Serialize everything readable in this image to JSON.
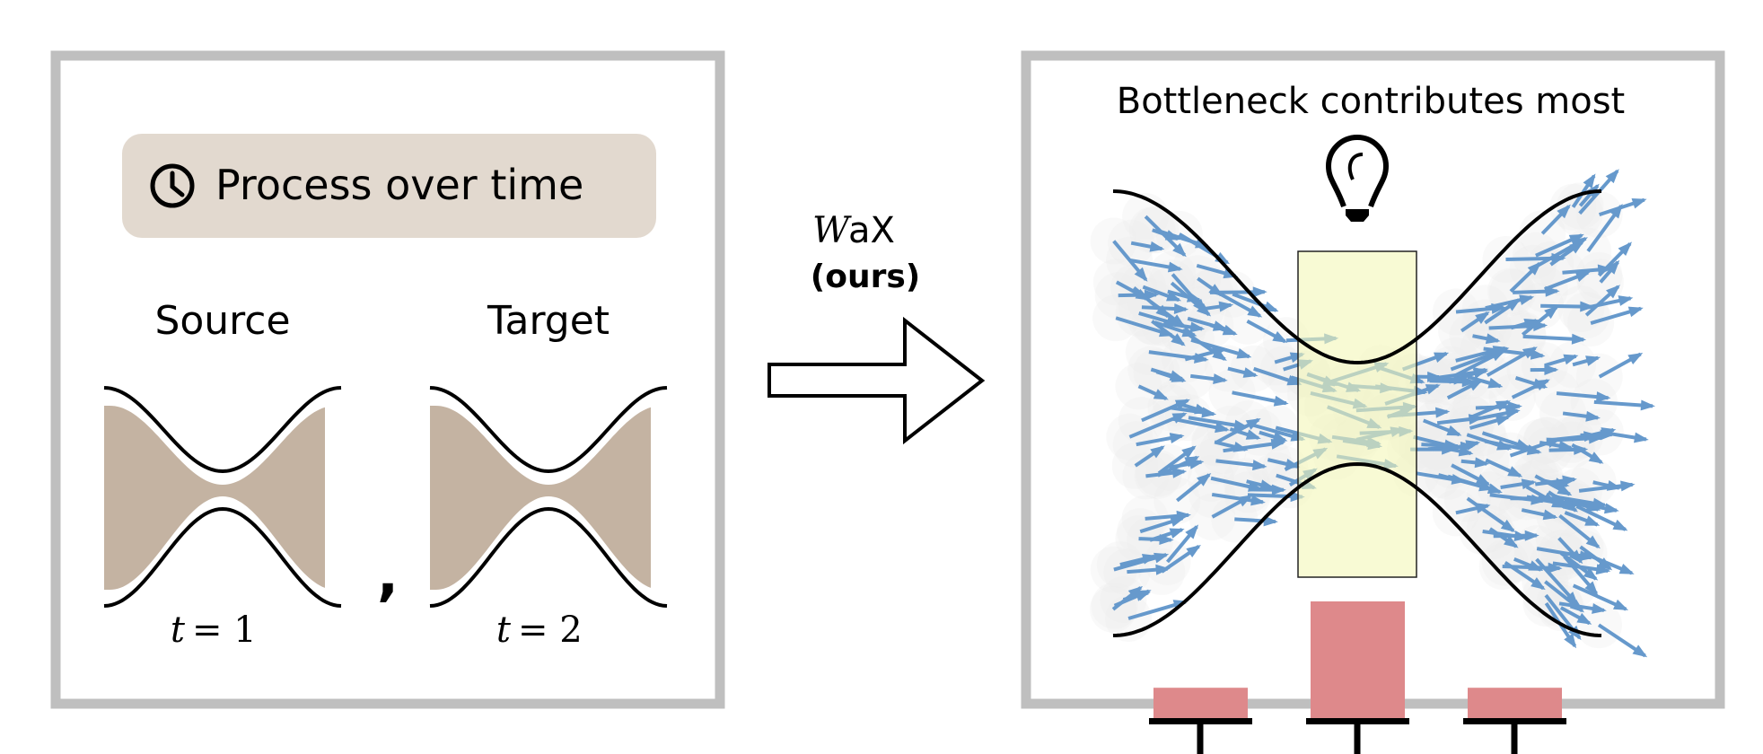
{
  "left_panel": {
    "badge": {
      "icon": "clock-icon",
      "label": "Process over time"
    },
    "source": {
      "label": "Source",
      "time_var": "t",
      "time_eq": "= 1"
    },
    "separator": ",",
    "target": {
      "label": "Target",
      "time_var": "t",
      "time_eq": "= 2"
    }
  },
  "method": {
    "name_script": "W",
    "name_rest": "aX",
    "tag": "(ours)"
  },
  "right_panel": {
    "title": "Bottleneck contributes most",
    "icon": "lightbulb-icon",
    "contribution_bars": [
      0.26,
      1.0,
      0.26
    ],
    "colors": {
      "arrows": "#6699cc",
      "highlight": "#f7f9d2",
      "bars": "#de898b",
      "shape": "#c4b3a2",
      "badge": "#e2d9cf",
      "frame": "#bfbfbf"
    }
  }
}
